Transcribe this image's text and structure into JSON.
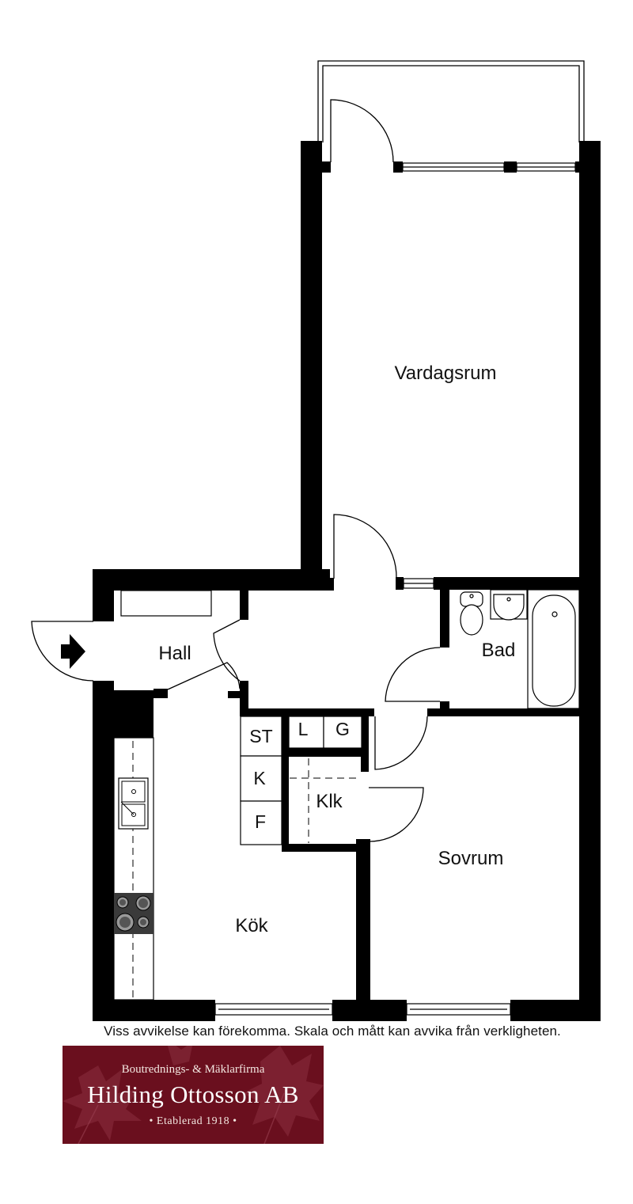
{
  "rooms": {
    "living": "Vardagsrum",
    "hall": "Hall",
    "bath": "Bad",
    "kitchen": "Kök",
    "bedroom": "Sovrum",
    "closet": "Klk"
  },
  "fixtures": {
    "st": "ST",
    "l": "L",
    "g": "G",
    "k": "K",
    "f": "F"
  },
  "disclaimer": "Viss avvikelse kan förekomma. Skala och mått kan avvika från verkligheten.",
  "logo": {
    "line1": "Boutrednings- & Mäklarfirma",
    "line2": "Hilding Ottosson AB",
    "line3": "• Etablerad 1918 •",
    "background": "#6a0f1e"
  },
  "icons": {
    "entrance": "entrance-arrow-icon"
  }
}
